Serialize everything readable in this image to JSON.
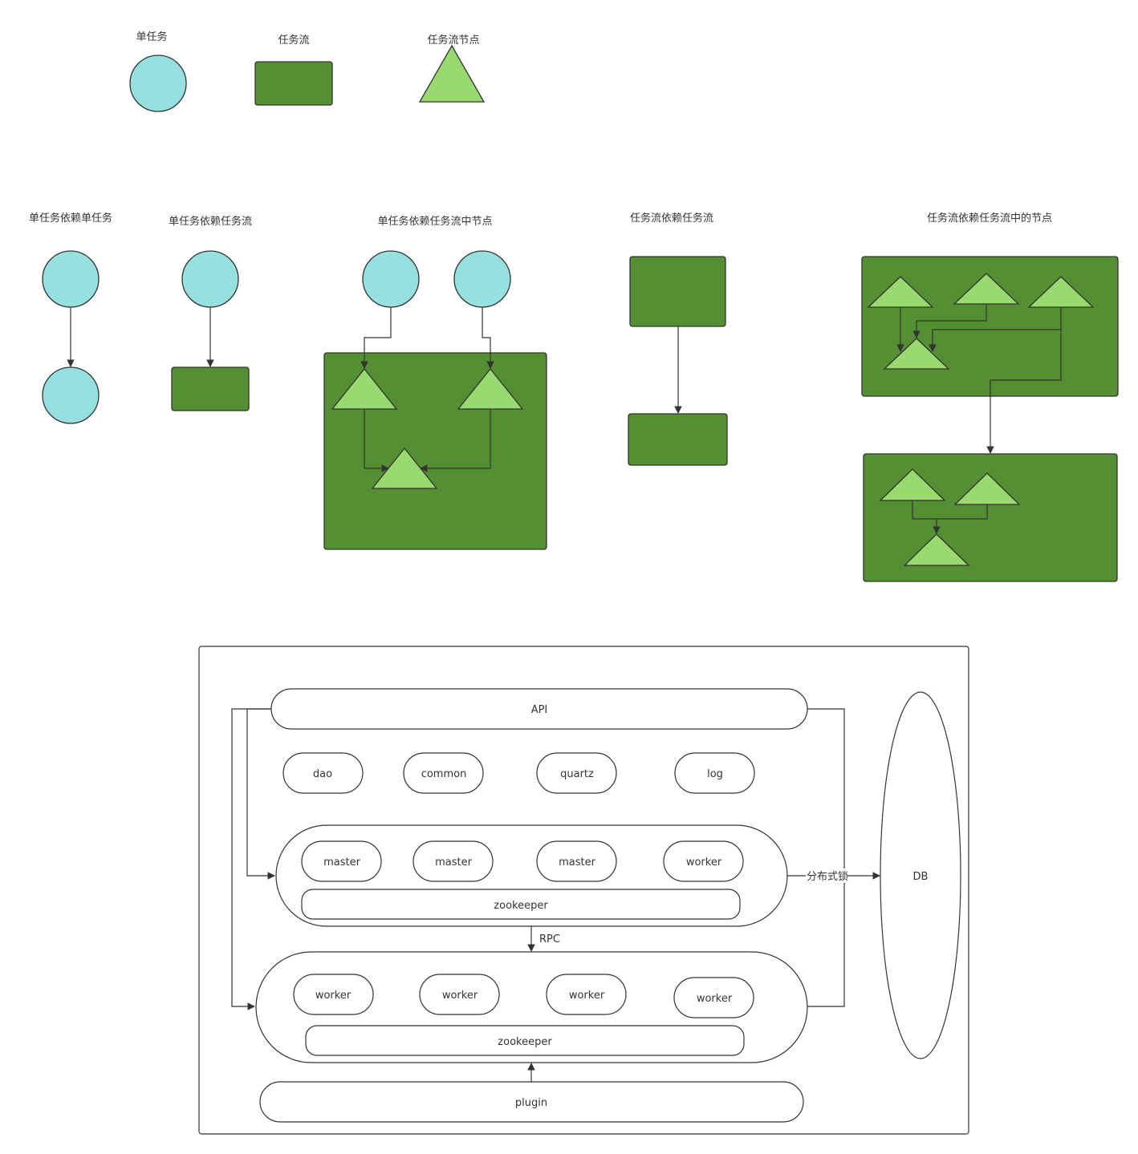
{
  "legend": {
    "single_task": "单任务",
    "task_flow": "任务流",
    "flow_node": "任务流节点"
  },
  "scenarios": {
    "s1": "单任务依赖单任务",
    "s2": "单任务依赖任务流",
    "s3": "单任务依赖任务流中节点",
    "s4": "任务流依赖任务流",
    "s5": "任务流依赖任务流中的节点"
  },
  "architecture": {
    "api": "API",
    "dao": "dao",
    "common": "common",
    "quartz": "quartz",
    "log": "log",
    "master_1": "master",
    "master_2": "master",
    "master_3": "master",
    "worker_top": "worker",
    "zookeeper_top": "zookeeper",
    "rpc": "RPC",
    "worker_1": "worker",
    "worker_2": "worker",
    "worker_3": "worker",
    "worker_4": "worker",
    "zookeeper_bottom": "zookeeper",
    "plugin": "plugin",
    "lock": "分布式锁",
    "db": "DB"
  },
  "colors": {
    "task_circle": "#96E0E0",
    "flow_rect": "#548F33",
    "node_triangle": "#98DA6E",
    "stroke": "#333333"
  },
  "icons": {
    "single_task": "circle",
    "task_flow": "rectangle",
    "flow_node": "triangle"
  }
}
